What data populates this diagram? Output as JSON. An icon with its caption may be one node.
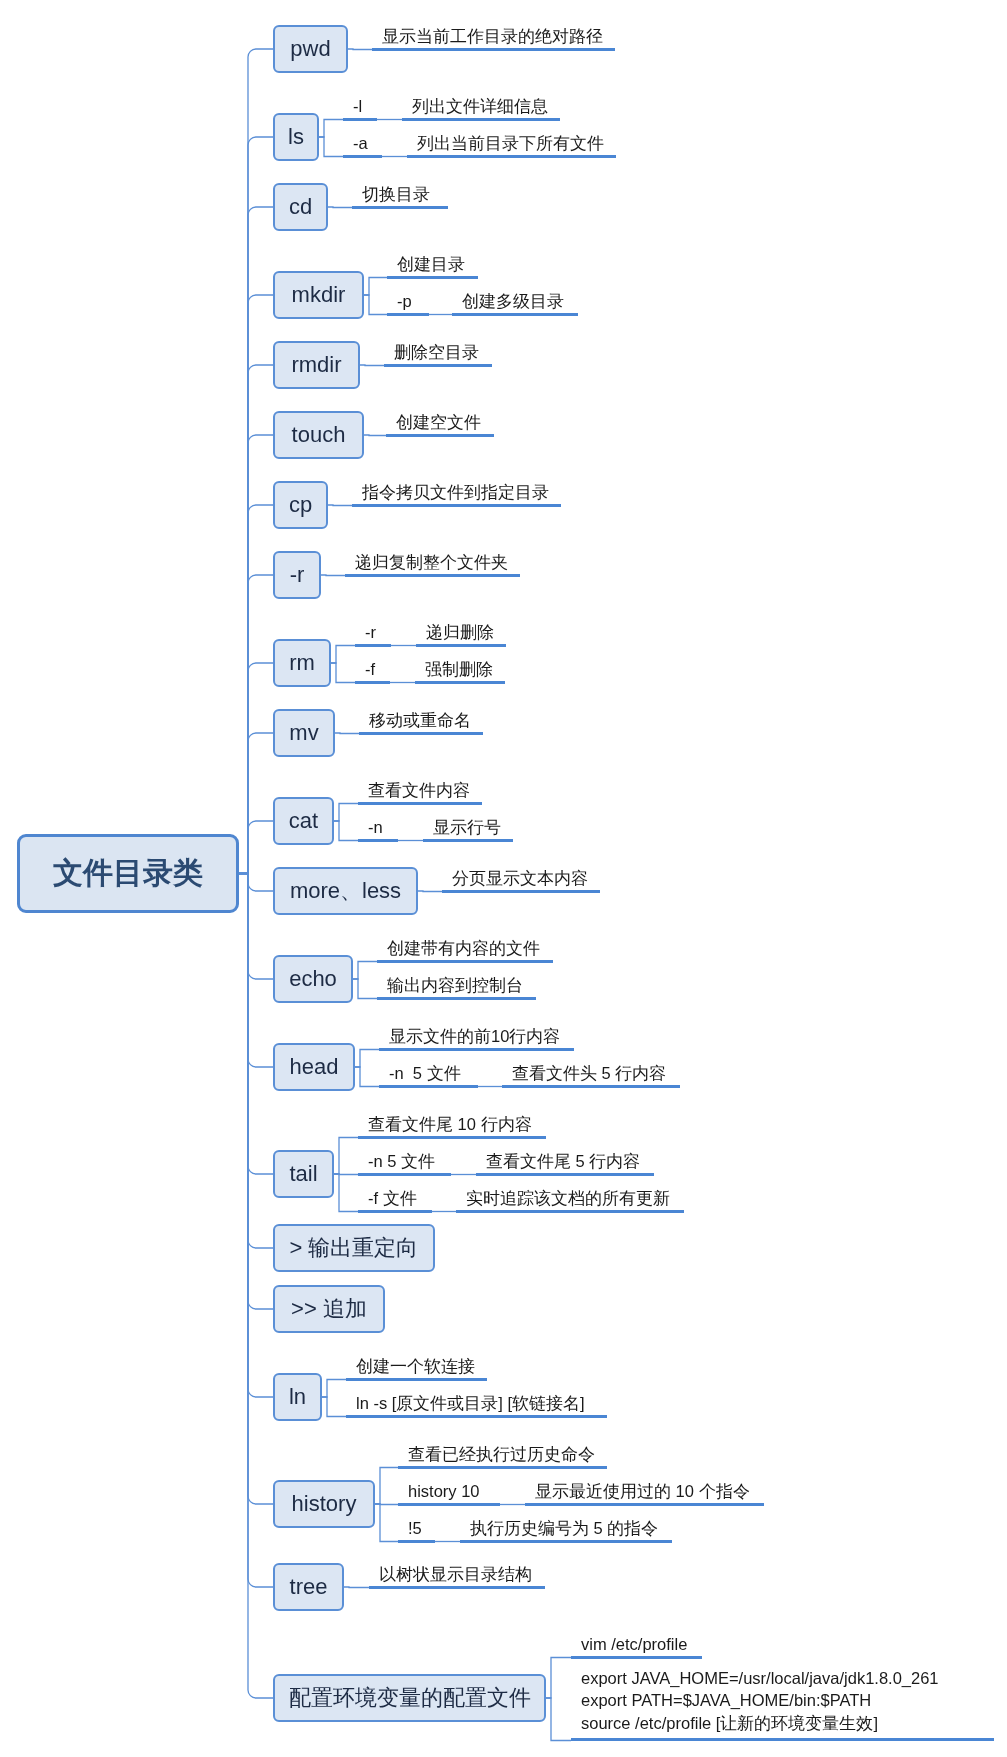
{
  "diagram": {
    "nodes": [
      {
        "text": [
          "文件目录类"
        ]
      },
      {
        "text": [
          "pwd"
        ]
      },
      {
        "text": [
          "显示当前工作目录的绝对路径"
        ]
      },
      {
        "text": [
          "ls"
        ]
      },
      {
        "text": [
          "-l"
        ]
      },
      {
        "text": [
          "列出文件详细信息"
        ]
      },
      {
        "text": [
          "-a"
        ]
      },
      {
        "text": [
          "列出当前目录下所有文件"
        ]
      },
      {
        "text": [
          "cd"
        ]
      },
      {
        "text": [
          "切换目录"
        ]
      },
      {
        "text": [
          "mkdir"
        ]
      },
      {
        "text": [
          "创建目录"
        ]
      },
      {
        "text": [
          "-p"
        ]
      },
      {
        "text": [
          "创建多级目录"
        ]
      },
      {
        "text": [
          "rmdir"
        ]
      },
      {
        "text": [
          "删除空目录"
        ]
      },
      {
        "text": [
          "touch"
        ]
      },
      {
        "text": [
          "创建空文件"
        ]
      },
      {
        "text": [
          "cp"
        ]
      },
      {
        "text": [
          "指令拷贝文件到指定目录"
        ]
      },
      {
        "text": [
          "-r"
        ]
      },
      {
        "text": [
          "递归复制整个文件夹"
        ]
      },
      {
        "text": [
          "rm"
        ]
      },
      {
        "text": [
          "-r"
        ]
      },
      {
        "text": [
          "递归删除"
        ]
      },
      {
        "text": [
          "-f"
        ]
      },
      {
        "text": [
          "强制删除"
        ]
      },
      {
        "text": [
          "mv"
        ]
      },
      {
        "text": [
          "移动或重命名"
        ]
      },
      {
        "text": [
          "cat"
        ]
      },
      {
        "text": [
          "查看文件内容"
        ]
      },
      {
        "text": [
          "-n"
        ]
      },
      {
        "text": [
          "显示行号"
        ]
      },
      {
        "text": [
          "more、less"
        ]
      },
      {
        "text": [
          "分页显示文本内容"
        ]
      },
      {
        "text": [
          "echo"
        ]
      },
      {
        "text": [
          "创建带有内容的文件"
        ]
      },
      {
        "text": [
          "输出内容到控制台"
        ]
      },
      {
        "text": [
          "head"
        ]
      },
      {
        "text": [
          "显示文件的前10行内容"
        ]
      },
      {
        "text": [
          "-n  5 文件"
        ]
      },
      {
        "text": [
          "查看文件头 5 行内容"
        ]
      },
      {
        "text": [
          "tail"
        ]
      },
      {
        "text": [
          "查看文件尾 10 行内容"
        ]
      },
      {
        "text": [
          "-n 5 文件"
        ]
      },
      {
        "text": [
          "查看文件尾 5 行内容"
        ]
      },
      {
        "text": [
          "-f 文件"
        ]
      },
      {
        "text": [
          "实时追踪该文档的所有更新"
        ]
      },
      {
        "text": [
          "> 输出重定向"
        ]
      },
      {
        "text": [
          ">> 追加"
        ]
      },
      {
        "text": [
          "ln"
        ]
      },
      {
        "text": [
          "创建一个软连接"
        ]
      },
      {
        "text": [
          "ln -s [原文件或目录] [软链接名]"
        ]
      },
      {
        "text": [
          "history"
        ]
      },
      {
        "text": [
          "查看已经执行过历史命令"
        ]
      },
      {
        "text": [
          "history 10"
        ]
      },
      {
        "text": [
          "显示最近使用过的 10 个指令"
        ]
      },
      {
        "text": [
          "!5"
        ]
      },
      {
        "text": [
          "执行历史编号为 5 的指令"
        ]
      },
      {
        "text": [
          "tree"
        ]
      },
      {
        "text": [
          "以树状显示目录结构"
        ]
      },
      {
        "text": [
          "配置环境变量的配置文件"
        ]
      },
      {
        "text": [
          "vim /etc/profile"
        ]
      },
      {
        "text": [
          "export JAVA_HOME=/usr/local/java/jdk1.8.0_261",
          "export PATH=$JAVA_HOME/bin:$PATH",
          "source /etc/profile [让新的环境变量生效]"
        ]
      }
    ],
    "edges": [
      {
        "from": 0,
        "to": 1,
        "arrow": "none"
      },
      {
        "from": 1,
        "to": 2,
        "arrow": "none"
      },
      {
        "from": 0,
        "to": 3,
        "arrow": "none"
      },
      {
        "from": 3,
        "to": 4,
        "arrow": "none"
      },
      {
        "from": 4,
        "to": 5,
        "arrow": "none"
      },
      {
        "from": 3,
        "to": 6,
        "arrow": "none"
      },
      {
        "from": 6,
        "to": 7,
        "arrow": "none"
      },
      {
        "from": 0,
        "to": 8,
        "arrow": "none"
      },
      {
        "from": 8,
        "to": 9,
        "arrow": "none"
      },
      {
        "from": 0,
        "to": 10,
        "arrow": "none"
      },
      {
        "from": 10,
        "to": 11,
        "arrow": "none"
      },
      {
        "from": 10,
        "to": 12,
        "arrow": "none"
      },
      {
        "from": 12,
        "to": 13,
        "arrow": "none"
      },
      {
        "from": 0,
        "to": 14,
        "arrow": "none"
      },
      {
        "from": 14,
        "to": 15,
        "arrow": "none"
      },
      {
        "from": 0,
        "to": 16,
        "arrow": "none"
      },
      {
        "from": 16,
        "to": 17,
        "arrow": "none"
      },
      {
        "from": 0,
        "to": 18,
        "arrow": "none"
      },
      {
        "from": 18,
        "to": 19,
        "arrow": "none"
      },
      {
        "from": 0,
        "to": 20,
        "arrow": "none"
      },
      {
        "from": 20,
        "to": 21,
        "arrow": "none"
      },
      {
        "from": 0,
        "to": 22,
        "arrow": "none"
      },
      {
        "from": 22,
        "to": 23,
        "arrow": "none"
      },
      {
        "from": 23,
        "to": 24,
        "arrow": "none"
      },
      {
        "from": 22,
        "to": 25,
        "arrow": "none"
      },
      {
        "from": 25,
        "to": 26,
        "arrow": "none"
      },
      {
        "from": 0,
        "to": 27,
        "arrow": "none"
      },
      {
        "from": 27,
        "to": 28,
        "arrow": "none"
      },
      {
        "from": 0,
        "to": 29,
        "arrow": "none"
      },
      {
        "from": 29,
        "to": 30,
        "arrow": "none"
      },
      {
        "from": 29,
        "to": 31,
        "arrow": "none"
      },
      {
        "from": 31,
        "to": 32,
        "arrow": "none"
      },
      {
        "from": 0,
        "to": 33,
        "arrow": "none"
      },
      {
        "from": 33,
        "to": 34,
        "arrow": "none"
      },
      {
        "from": 0,
        "to": 35,
        "arrow": "none"
      },
      {
        "from": 35,
        "to": 36,
        "arrow": "none"
      },
      {
        "from": 35,
        "to": 37,
        "arrow": "none"
      },
      {
        "from": 0,
        "to": 38,
        "arrow": "none"
      },
      {
        "from": 38,
        "to": 39,
        "arrow": "none"
      },
      {
        "from": 38,
        "to": 40,
        "arrow": "none"
      },
      {
        "from": 40,
        "to": 41,
        "arrow": "none"
      },
      {
        "from": 0,
        "to": 42,
        "arrow": "none"
      },
      {
        "from": 42,
        "to": 43,
        "arrow": "none"
      },
      {
        "from": 42,
        "to": 44,
        "arrow": "none"
      },
      {
        "from": 44,
        "to": 45,
        "arrow": "none"
      },
      {
        "from": 42,
        "to": 46,
        "arrow": "none"
      },
      {
        "from": 46,
        "to": 47,
        "arrow": "none"
      },
      {
        "from": 0,
        "to": 48,
        "arrow": "none"
      },
      {
        "from": 0,
        "to": 49,
        "arrow": "none"
      },
      {
        "from": 0,
        "to": 50,
        "arrow": "none"
      },
      {
        "from": 50,
        "to": 51,
        "arrow": "none"
      },
      {
        "from": 50,
        "to": 52,
        "arrow": "none"
      },
      {
        "from": 0,
        "to": 53,
        "arrow": "none"
      },
      {
        "from": 53,
        "to": 54,
        "arrow": "none"
      },
      {
        "from": 53,
        "to": 55,
        "arrow": "none"
      },
      {
        "from": 55,
        "to": 56,
        "arrow": "none"
      },
      {
        "from": 53,
        "to": 57,
        "arrow": "none"
      },
      {
        "from": 57,
        "to": 58,
        "arrow": "none"
      },
      {
        "from": 0,
        "to": 59,
        "arrow": "none"
      },
      {
        "from": 59,
        "to": 60,
        "arrow": "none"
      },
      {
        "from": 0,
        "to": 61,
        "arrow": "none"
      },
      {
        "from": 61,
        "to": 62,
        "arrow": "none"
      },
      {
        "from": 61,
        "to": 63,
        "arrow": "none"
      }
    ]
  }
}
